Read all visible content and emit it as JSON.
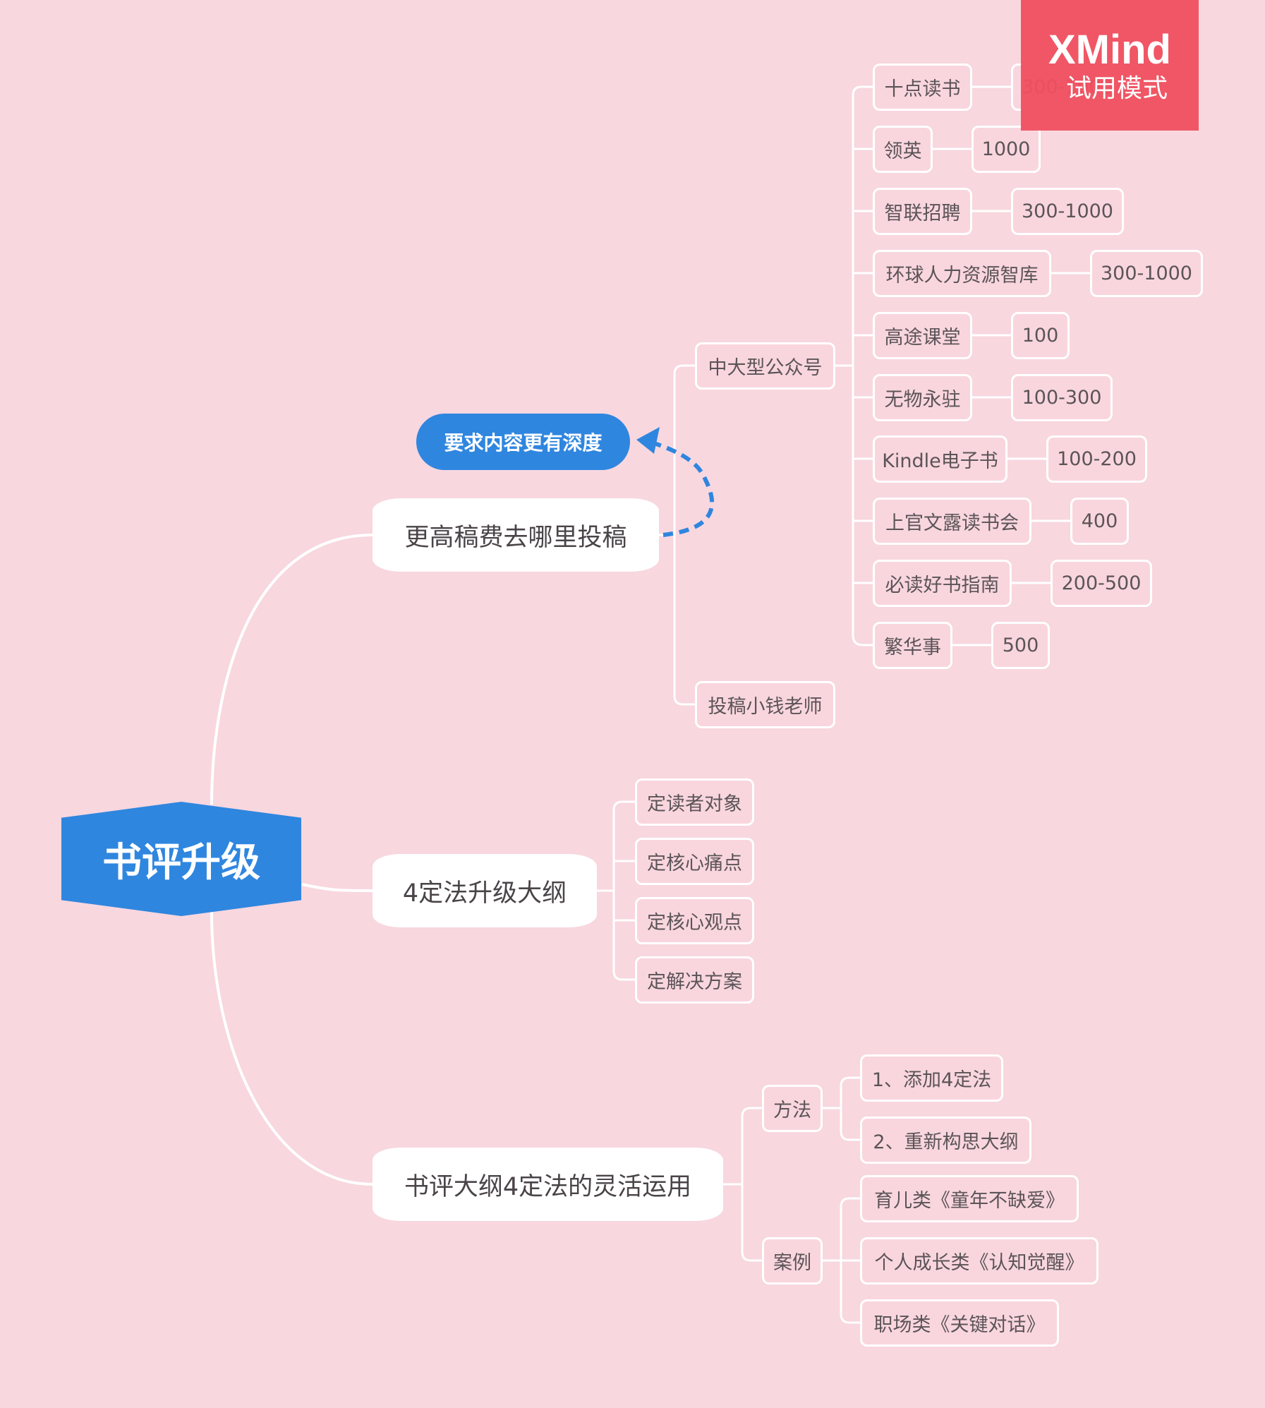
{
  "root": "书评升级",
  "callout": "要求内容更有深度",
  "branches": {
    "submit": {
      "label": "更高稿费去哪里投稿",
      "media_group": "中大型公众号",
      "media": [
        {
          "name": "十点读书",
          "fee": "300-1000"
        },
        {
          "name": "领英",
          "fee": "1000"
        },
        {
          "name": "智联招聘",
          "fee": "300-1000"
        },
        {
          "name": "环球人力资源智库",
          "fee": "300-1000"
        },
        {
          "name": "高途课堂",
          "fee": "100"
        },
        {
          "name": "无物永驻",
          "fee": "100-300"
        },
        {
          "name": "Kindle电子书",
          "fee": "100-200"
        },
        {
          "name": "上官文露读书会",
          "fee": "400"
        },
        {
          "name": "必读好书指南",
          "fee": "200-500"
        },
        {
          "name": "繁华事",
          "fee": "500"
        }
      ],
      "teacher": "投稿小钱老师"
    },
    "outline": {
      "label": "4定法升级大纲",
      "items": [
        "定读者对象",
        "定核心痛点",
        "定核心观点",
        "定解决方案"
      ]
    },
    "apply": {
      "label": "书评大纲4定法的灵活运用",
      "method": {
        "label": "方法",
        "items": [
          "1、添加4定法",
          "2、重新构思大纲"
        ]
      },
      "cases": {
        "label": "案例",
        "items": [
          "育儿类《童年不缺爱》",
          "个人成长类《认知觉醒》",
          "职场类《关键对话》"
        ]
      }
    }
  },
  "watermark": {
    "brand": "XMind",
    "mode": "试用模式"
  },
  "colors": {
    "background": "#f8d7df",
    "accent": "#2f86df",
    "line": "#ffffff",
    "watermark": "#ef5060"
  }
}
